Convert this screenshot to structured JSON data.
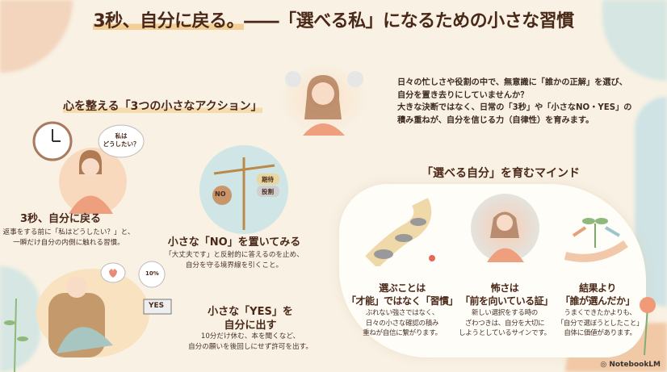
{
  "title": {
    "part1": "3秒、自分に戻る。",
    "part2": "――「選べる私」になるための小さな習慣"
  },
  "intro": {
    "lines": [
      "日々の忙しさや役割の中で、無意識に「誰かの正解」を選び、",
      "自分を置き去りにしていませんか？",
      "大きな決断ではなく、日常の「3秒」や「小さなNO・YES」の",
      "積み重ねが、自分を信じる力（自律性）を育みます。"
    ]
  },
  "actions": {
    "heading": "心を整える「3つの小さなアクション」",
    "items": [
      {
        "title": "3秒、自分に戻る",
        "desc": [
          "返事をする前に「私はどうしたい？」と、",
          "一瞬だけ自分の内側に触れる習慣。"
        ],
        "bubble": [
          "私は",
          "どうしたい？"
        ]
      },
      {
        "title": "小さな「NO」を置いてみる",
        "desc": [
          "「大丈夫です」と反射的に答えるのを止め、",
          "自分を守る境界線を引くこと。"
        ],
        "labels": [
          "NO",
          "期待",
          "投割"
        ]
      },
      {
        "title": [
          "小さな「YES」を",
          "自分に出す"
        ],
        "desc": [
          "10分だけ休む、本を聞くなど、",
          "自分の願いを後回しにせず許可を出す。"
        ],
        "labels": [
          "YES",
          "10%"
        ]
      }
    ]
  },
  "mind": {
    "heading": "「選べる自分」を育むマインド",
    "items": [
      {
        "title": [
          "選ぶことは",
          "「才能」ではなく「習慣」"
        ],
        "desc": [
          "ぶれない強さではなく、",
          "日々の小さな確認の積み",
          "重ねが自信に繋がります。"
        ]
      },
      {
        "title": [
          "怖さは",
          "「前を向いている証」"
        ],
        "desc": [
          "新しい選択をする時の",
          "ざわつきは、自分を大切に",
          "しようとしているサインです。"
        ]
      },
      {
        "title": [
          "結果より",
          "「誰が選んだか」"
        ],
        "desc": [
          "うまくできたかよりも、",
          "「自分で選ぼうとしたこと」",
          "自体に価値があります。"
        ]
      }
    ]
  },
  "badge": "NotebookLM"
}
